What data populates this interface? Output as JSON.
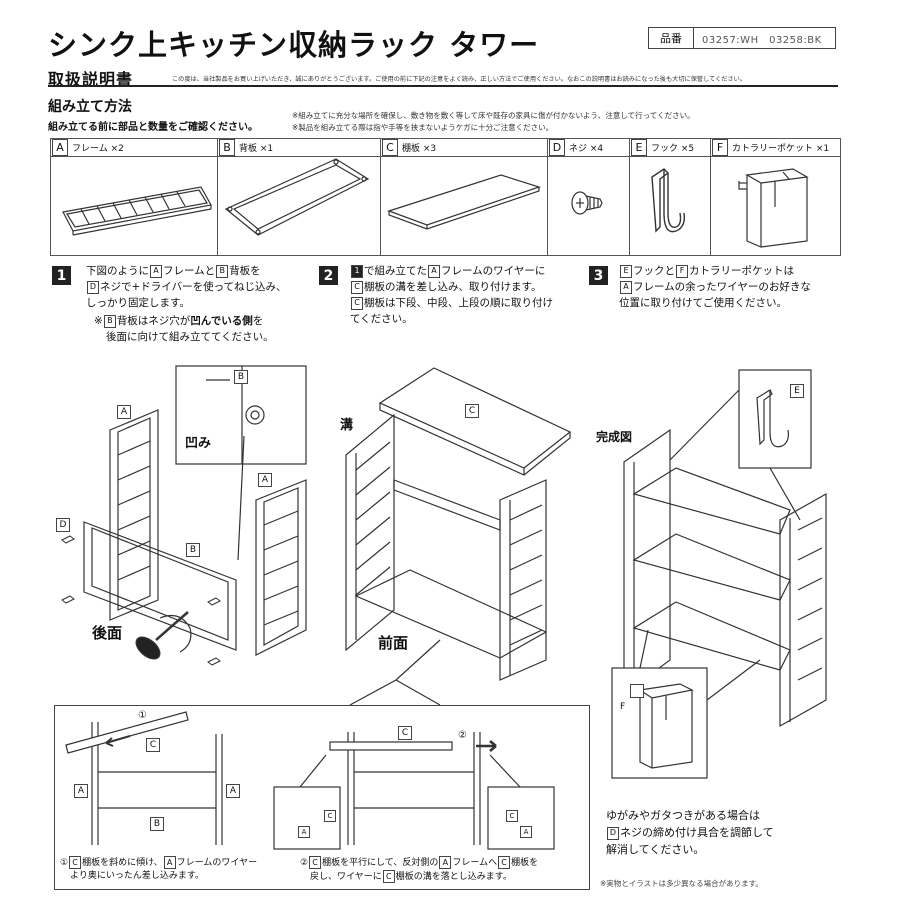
{
  "title": "シンク上キッチン収納ラック タワー",
  "product_number": {
    "label": "品番",
    "value": "03257:WH　03258:BK"
  },
  "subtitle": "取扱説明書",
  "thanks": "この度は、当社製品をお買い上げいただき、誠にありがとうございます。ご使用の前に下記の注意をよく読み、正しい方法でご使用ください。なおこの説明書はお読みになった後も大切に保管してください。",
  "assembly": {
    "heading": "組み立て方法",
    "confirm": "組み立てる前に部品と数量をご確認ください。",
    "note1": "※組み立てに充分な場所を確保し、敷き物を敷く等して床や既存の家具に傷が付かないよう、注意して行ってください。",
    "note2": "※製品を組み立てる際は指や手等を挟まないようケガに十分ご注意ください。"
  },
  "parts": [
    {
      "letter": "A",
      "name": "フレーム ×2",
      "icon": "frame-icon"
    },
    {
      "letter": "B",
      "name": "背板 ×1",
      "icon": "back-panel-icon"
    },
    {
      "letter": "C",
      "name": "棚板 ×3",
      "icon": "shelf-board-icon"
    },
    {
      "letter": "D",
      "name": "ネジ ×4",
      "icon": "screw-icon"
    },
    {
      "letter": "E",
      "name": "フック ×5",
      "icon": "hook-icon"
    },
    {
      "letter": "F",
      "name": "カトラリーポケット ×1",
      "icon": "cutlery-pocket-icon"
    }
  ],
  "steps": {
    "s1": {
      "num": "1",
      "l1a": "下図のように",
      "l1b": "フレームと",
      "l1c": "背板を",
      "l2a": "ネジで+ドライバーを使ってねじ込み、",
      "l3": "しっかり固定します。",
      "l4a": "※",
      "l4b": "背板はネジ穴が",
      "l4c": "凹んでいる側",
      "l4d": "を",
      "l5": "後面に向けて組み立ててください。"
    },
    "s2": {
      "num": "2",
      "l1a": "で組み立てた",
      "l1b": "フレームのワイヤーに",
      "l2a": "棚板の溝を差し込み、取り付けます。",
      "l3a": "棚板は下段、中段、上段の順に取り付け",
      "l4": "てください。",
      "ref": "1"
    },
    "s3": {
      "num": "3",
      "l1a": "フックと",
      "l1b": "カトラリーポケットは",
      "l2a": "フレームの余ったワイヤーのお好きな",
      "l3": "位置に取り付けてご使用ください。"
    }
  },
  "diagram": {
    "recess": "凹み",
    "rear": "後面",
    "front": "前面",
    "groove": "溝",
    "complete": "完成図",
    "circle1": "①",
    "circle2": "②"
  },
  "captions": {
    "c1a": "①",
    "c1b": "棚板を斜めに傾け、",
    "c1c": "フレームのワイヤー",
    "c1d": "より奥にいったん差し込みます。",
    "c2a": "②",
    "c2b": "棚板を平行にして、反対側の",
    "c2c": "フレームへ",
    "c2d": "棚板を",
    "c2e": "戻し、ワイヤーに",
    "c2f": "棚板の溝を落とし込みます。"
  },
  "adjust": {
    "l1": "ゆがみやガタつきがある場合は",
    "l2": "ネジの締め付け具合を調節して",
    "l3": "解消してください。"
  },
  "footnote": "※実物とイラストは多少異なる場合があります。"
}
